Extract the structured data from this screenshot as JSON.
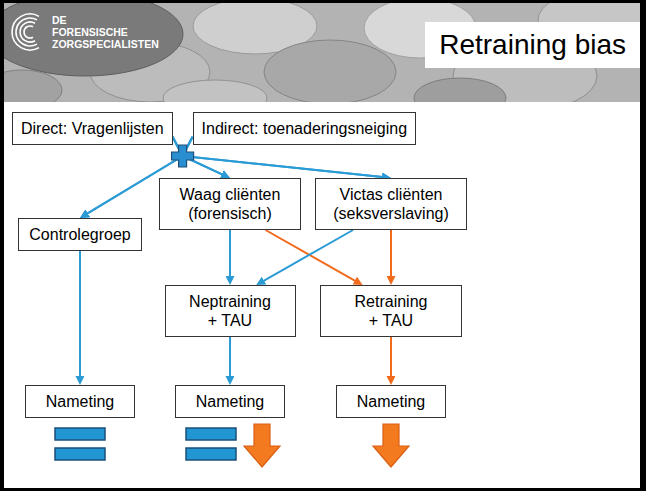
{
  "diagram": {
    "title": "Retraining bias",
    "nodes": [
      {
        "text": [
          "Direct: Vragenlijsten"
        ]
      },
      {
        "text": [
          "Indirect: toenaderingsneiging"
        ]
      },
      {
        "text": [
          "Controlegroep"
        ]
      },
      {
        "text": [
          "Waag cliënten (forensisch)"
        ]
      },
      {
        "text": [
          "Victas cliënten (seksverslaving)"
        ]
      },
      {
        "text": [
          "Neptraining + TAU"
        ]
      },
      {
        "text": [
          "Retraining + TAU"
        ]
      },
      {
        "text": [
          "Nameting"
        ]
      },
      {
        "text": [
          "Nameting"
        ]
      },
      {
        "text": [
          "Nameting"
        ]
      }
    ],
    "edges": [
      {
        "from": 0,
        "to": 2,
        "arrow": "to"
      },
      {
        "from": 0,
        "to": 3,
        "arrow": "to"
      },
      {
        "from": 0,
        "to": 4,
        "arrow": "to"
      },
      {
        "from": 1,
        "to": 2,
        "arrow": "to"
      },
      {
        "from": 1,
        "to": 3,
        "arrow": "to"
      },
      {
        "from": 1,
        "to": 4,
        "arrow": "to"
      },
      {
        "from": 2,
        "to": 7,
        "arrow": "to"
      },
      {
        "from": 3,
        "to": 5,
        "arrow": "to"
      },
      {
        "from": 3,
        "to": 6,
        "arrow": "to"
      },
      {
        "from": 4,
        "to": 5,
        "arrow": "to"
      },
      {
        "from": 4,
        "to": 6,
        "arrow": "to"
      },
      {
        "from": 5,
        "to": 8,
        "arrow": "to"
      },
      {
        "from": 6,
        "to": 9,
        "arrow": "to"
      }
    ],
    "labels": [
      "DE FORENSISCHE ZORGSPECIALISTEN"
    ]
  }
}
